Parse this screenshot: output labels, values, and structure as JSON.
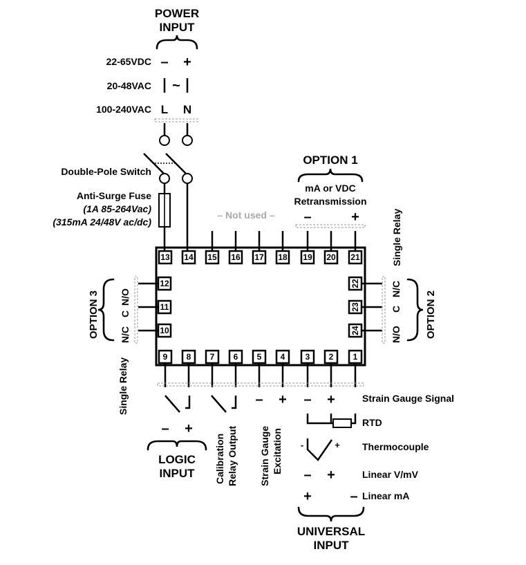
{
  "power": {
    "title_line1": "POWER",
    "title_line2": "INPUT",
    "dc_label": "22-65VDC",
    "dc_minus": "–",
    "dc_plus": "+",
    "ac_low_label": "20-48VAC",
    "ac_low_sep": "~",
    "ac_high_label": "100-240VAC",
    "ac_high_l": "L",
    "ac_high_n": "N",
    "switch_label": "Double-Pole Switch",
    "fuse_label": "Anti-Surge Fuse",
    "fuse_note1": "(1A 85-264Vac)",
    "fuse_note2": "(315mA 24/48V ac/dc)"
  },
  "option1": {
    "title": "OPTION 1",
    "line1": "mA or VDC",
    "line2": "Retransmission",
    "minus": "–",
    "plus": "+",
    "single_relay": "Single Relay"
  },
  "not_used": "– Not used –",
  "option2": {
    "title": "OPTION 2",
    "nc": "N/C",
    "c": "C",
    "no": "N/O"
  },
  "option3": {
    "title": "OPTION 3",
    "no": "N/O",
    "c": "C",
    "nc": "N/C",
    "single_relay": "Single Relay"
  },
  "terminals": {
    "top": [
      "13",
      "14",
      "15",
      "16",
      "17",
      "18",
      "19",
      "20",
      "21"
    ],
    "bottom": [
      "9",
      "8",
      "7",
      "6",
      "5",
      "4",
      "3",
      "2",
      "1"
    ],
    "left": [
      "12",
      "11",
      "10"
    ],
    "right": [
      "22",
      "23",
      "24"
    ]
  },
  "logic_input": {
    "minus": "–",
    "plus": "+",
    "line1": "LOGIC",
    "line2": "INPUT"
  },
  "calibration": {
    "line1": "Calibration",
    "line2": "Relay Output"
  },
  "strain_excitation": {
    "line1": "Strain Gauge",
    "line2": "Excitation",
    "minus": "–",
    "plus": "+"
  },
  "universal": {
    "signal_label": "Strain Gauge Signal",
    "signal_minus": "–",
    "signal_plus": "+",
    "rtd_label": "RTD",
    "tc_label": "Thermocouple",
    "tc_minus": "-",
    "tc_plus": "+",
    "linv_label": "Linear V/mV",
    "linv_minus": "–",
    "linv_plus": "+",
    "linma_label": "Linear mA",
    "linma_plus": "+",
    "linma_minus": "–",
    "title_line1": "UNIVERSAL",
    "title_line2": "INPUT"
  }
}
